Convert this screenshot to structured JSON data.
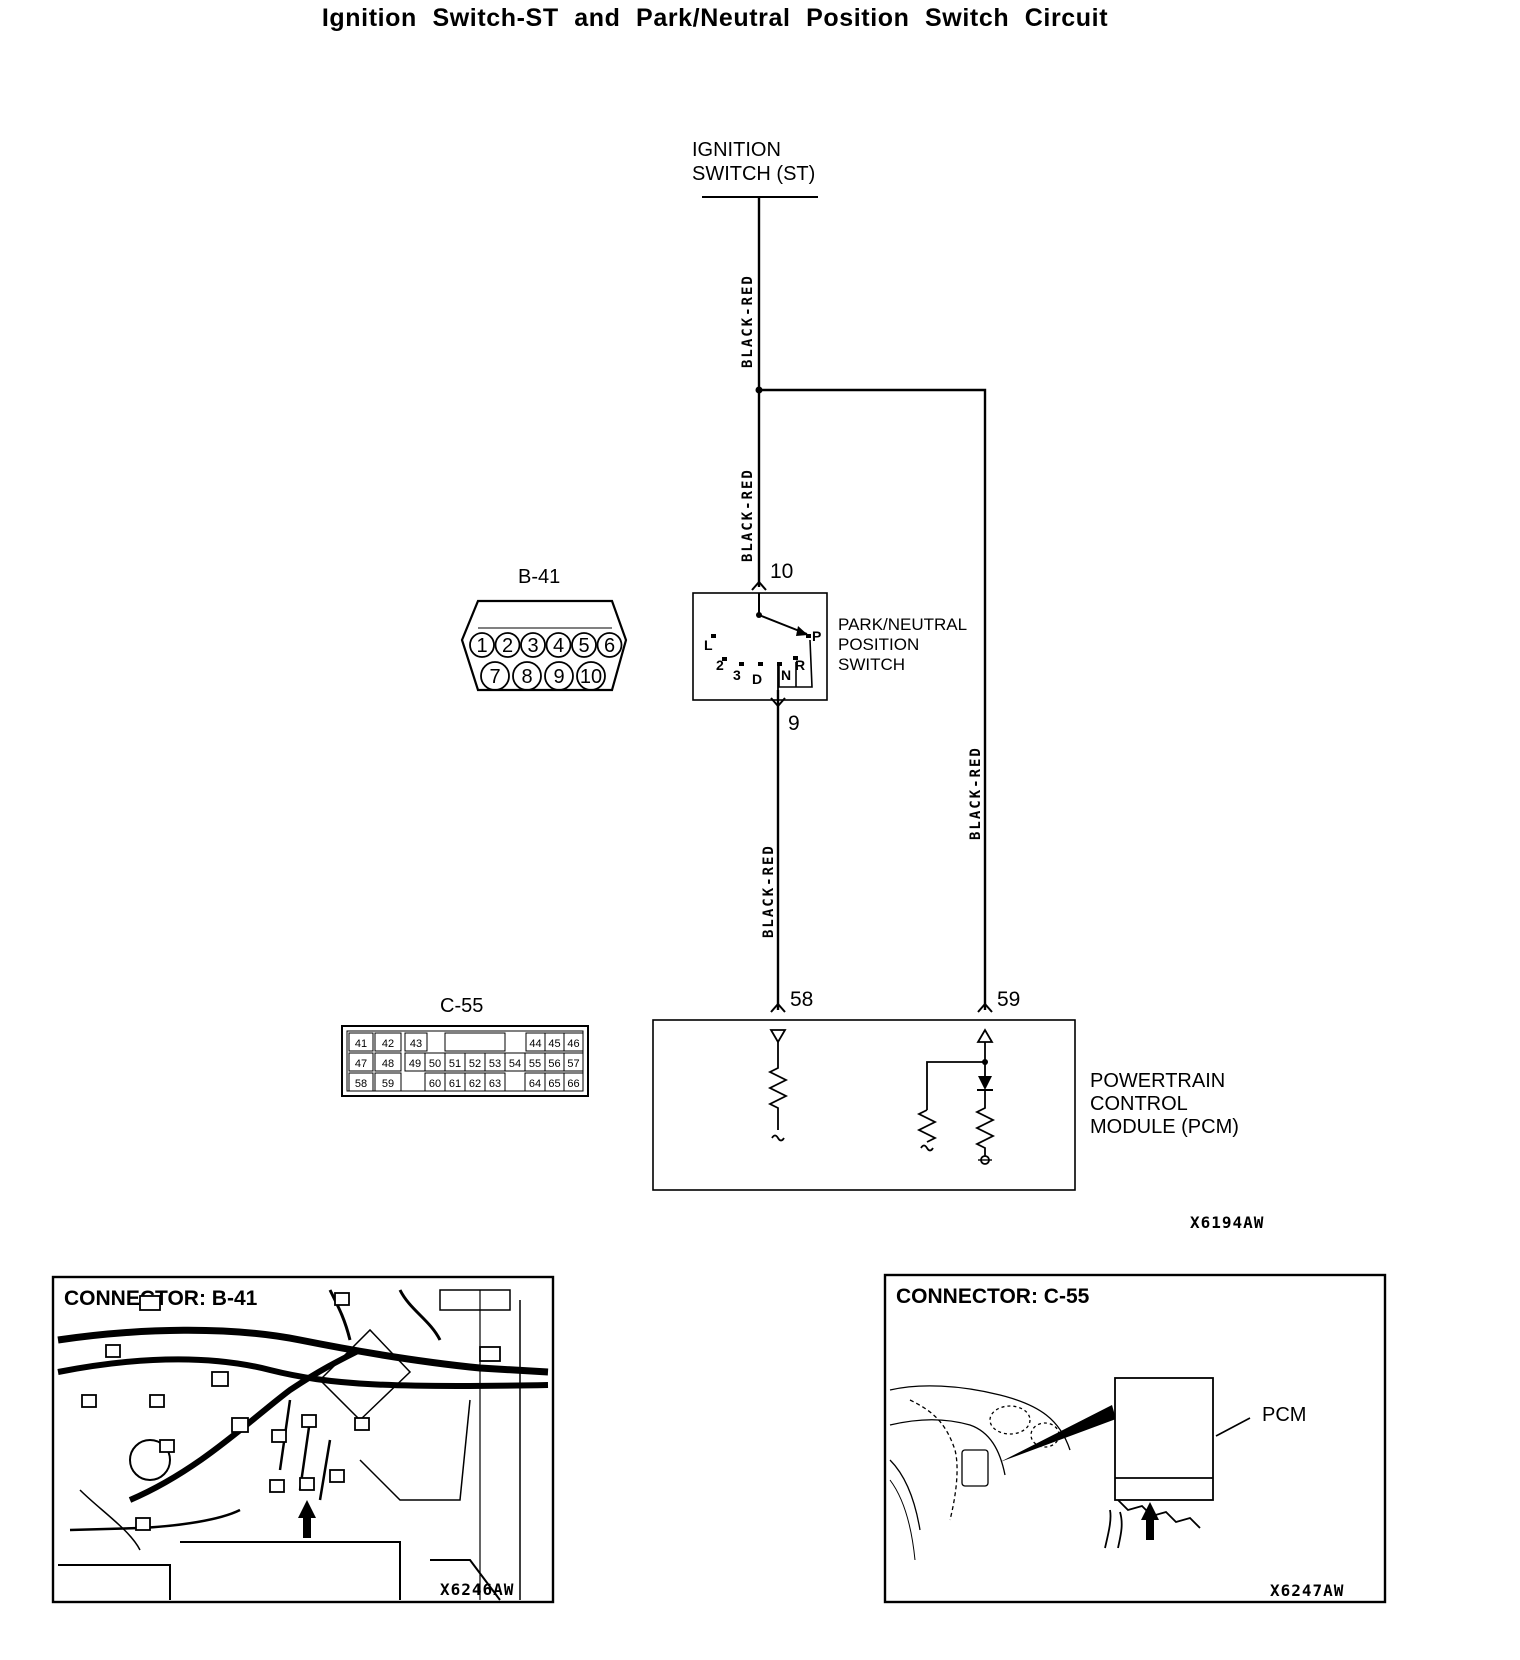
{
  "title": "Ignition Switch-ST and Park/Neutral Position Switch Circuit",
  "ignition_switch": {
    "line1": "IGNITION",
    "line2": "SWITCH (ST)"
  },
  "wire_color": "BLACK-RED",
  "pn_switch": {
    "line1": "PARK/NEUTRAL",
    "line2": "POSITION",
    "line3": "SWITCH",
    "pin_top": "10",
    "pin_bottom": "9",
    "positions": [
      "L",
      "2",
      "3",
      "D",
      "N",
      "R",
      "P"
    ]
  },
  "connector_b41": {
    "name": "B-41",
    "pins_row1": [
      "1",
      "2",
      "3",
      "4",
      "5",
      "6"
    ],
    "pins_row2": [
      "7",
      "8",
      "9",
      "10"
    ]
  },
  "connector_c55": {
    "name": "C-55",
    "row1": [
      "41",
      "42",
      "43",
      "44",
      "45",
      "46"
    ],
    "row2": [
      "47",
      "48",
      "49",
      "50",
      "51",
      "52",
      "53",
      "54",
      "55",
      "56",
      "57"
    ],
    "row3": [
      "58",
      "59",
      "60",
      "61",
      "62",
      "63",
      "64",
      "65",
      "66"
    ]
  },
  "pcm": {
    "line1": "POWERTRAIN",
    "line2": "CONTROL",
    "line3": "MODULE (PCM)",
    "pin_left": "58",
    "pin_right": "59"
  },
  "figure_code": "X6194AW",
  "inset_b41": {
    "title": "CONNECTOR: B-41",
    "code": "X6246AW"
  },
  "inset_c55": {
    "title": "CONNECTOR: C-55",
    "code": "X6247AW",
    "pcm_label": "PCM"
  }
}
